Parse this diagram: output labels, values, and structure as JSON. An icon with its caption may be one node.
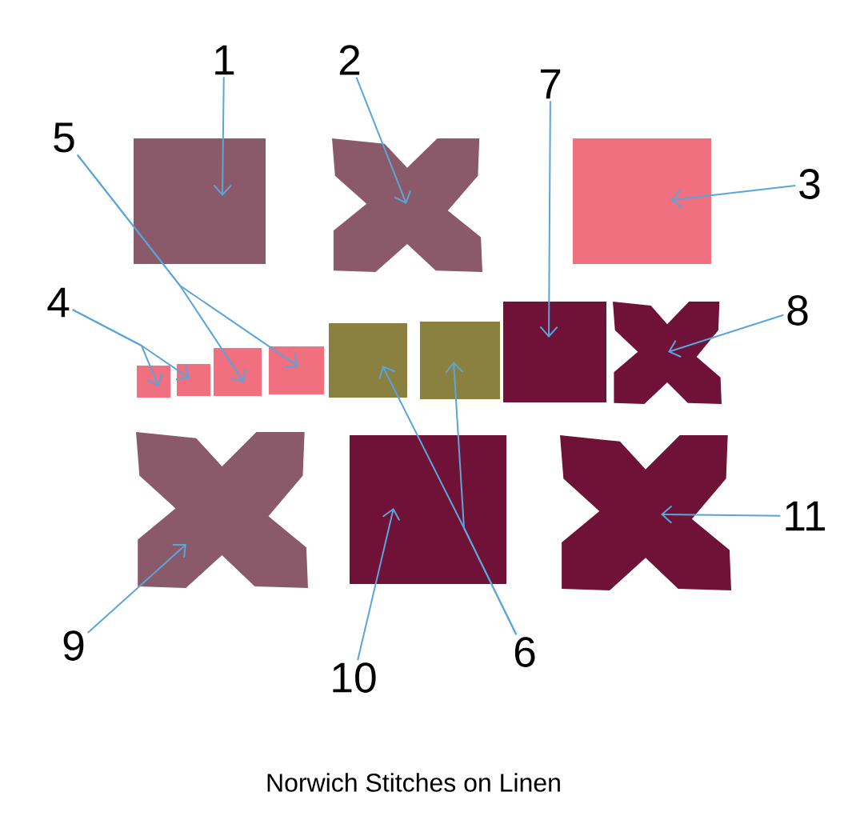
{
  "diagram": {
    "caption": "Norwich Stitches on Linen",
    "nodes": [
      {
        "text": [
          "1"
        ]
      },
      {
        "text": [
          "2"
        ]
      },
      {
        "text": [
          "3"
        ]
      },
      {
        "text": [
          "4"
        ]
      },
      {
        "text": [
          "5"
        ]
      },
      {
        "text": [
          "6"
        ]
      },
      {
        "text": [
          "7"
        ]
      },
      {
        "text": [
          "8"
        ]
      },
      {
        "text": [
          "9"
        ]
      },
      {
        "text": [
          "10"
        ]
      },
      {
        "text": [
          "11"
        ]
      },
      {
        "text": [],
        "shape": "box"
      },
      {
        "text": [],
        "shape": "cross"
      },
      {
        "text": [],
        "shape": "box"
      },
      {
        "text": [],
        "shape": "box"
      },
      {
        "text": [],
        "shape": "box"
      },
      {
        "text": [],
        "shape": "box"
      },
      {
        "text": [],
        "shape": "box"
      },
      {
        "text": [],
        "shape": "box"
      },
      {
        "text": [],
        "shape": "box"
      },
      {
        "text": [],
        "shape": "box"
      },
      {
        "text": [],
        "shape": "cross"
      },
      {
        "text": [],
        "shape": "cross"
      },
      {
        "text": [],
        "shape": "box"
      },
      {
        "text": [],
        "shape": "cross"
      }
    ],
    "edges": [
      {
        "from": 0,
        "to": 11,
        "arrow": "to"
      },
      {
        "from": 1,
        "to": 12,
        "arrow": "to"
      },
      {
        "from": 2,
        "to": 13,
        "arrow": "to"
      },
      {
        "from": 3,
        "to": 14,
        "arrow": "to"
      },
      {
        "from": 3,
        "to": 15,
        "arrow": "to"
      },
      {
        "from": 4,
        "to": 16,
        "arrow": "to"
      },
      {
        "from": 4,
        "to": 17,
        "arrow": "to"
      },
      {
        "from": 5,
        "to": 18,
        "arrow": "to"
      },
      {
        "from": 5,
        "to": 19,
        "arrow": "to"
      },
      {
        "from": 6,
        "to": 20,
        "arrow": "to"
      },
      {
        "from": 7,
        "to": 21,
        "arrow": "to"
      },
      {
        "from": 8,
        "to": 22,
        "arrow": "to"
      },
      {
        "from": 9,
        "to": 23,
        "arrow": "to"
      },
      {
        "from": 10,
        "to": 24,
        "arrow": "to"
      }
    ]
  }
}
